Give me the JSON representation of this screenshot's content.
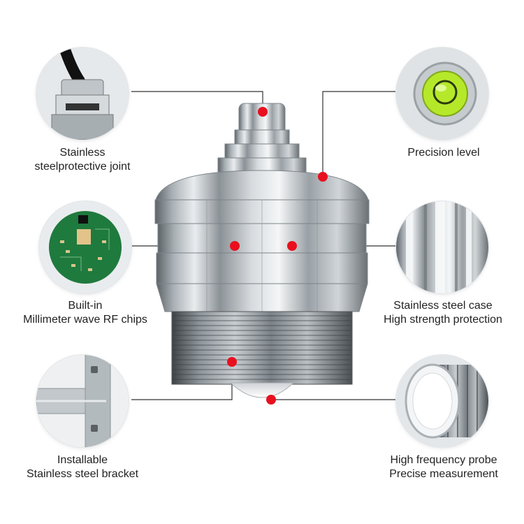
{
  "callouts": {
    "joint": {
      "line1": "Stainless",
      "line2": "steelprotective joint",
      "icon": "cable-gland-icon"
    },
    "level": {
      "line1": "Precision level",
      "icon": "bubble-level-icon"
    },
    "chip": {
      "line1": "Built-in",
      "line2": "Millimeter wave RF chips",
      "icon": "circuit-board-icon"
    },
    "case": {
      "line1": "Stainless steel case",
      "line2": "High strength protection",
      "icon": "steel-case-icon"
    },
    "bracket": {
      "line1": "Installable",
      "line2": "Stainless steel bracket",
      "icon": "mounting-bracket-icon"
    },
    "probe": {
      "line1": "High frequency probe",
      "line2": "Precise measurement",
      "icon": "probe-icon"
    }
  },
  "colors": {
    "marker": "#e8101f",
    "line": "#333333",
    "steel": "#c9ced2",
    "pcb": "#1f7a3e",
    "bubble": "#b6e82a"
  }
}
